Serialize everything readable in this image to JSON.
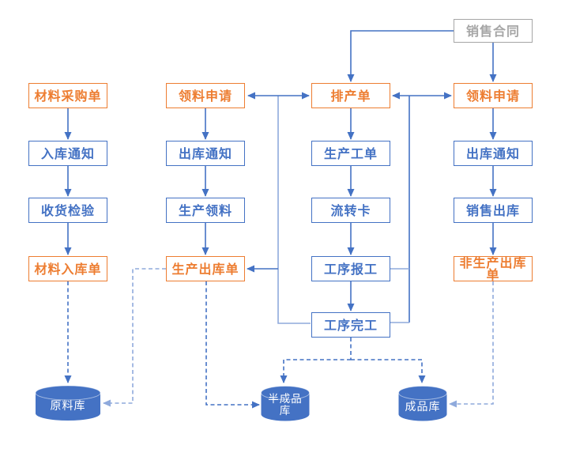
{
  "palette": {
    "orange": "#ED7D31",
    "blue": "#4472C4",
    "light_blue": "#8FAADC",
    "gray": "#A6A6A6",
    "cylinder_fill": "#4472C4",
    "cylinder_text": "#FFFFFF"
  },
  "flowchart": {
    "nodes": {
      "sales_contract": "销售合同",
      "material_purchase_order": "材料采购单",
      "inbound_notice": "入库通知",
      "receiving_inspection": "收货检验",
      "material_inbound_order": "材料入库单",
      "picking_request_left": "领料申请",
      "outbound_notice_left": "出库通知",
      "production_picking": "生产领料",
      "production_outbound_order": "生产出库单",
      "scheduling_order": "排产单",
      "production_work_order": "生产工单",
      "transfer_card": "流转卡",
      "process_report": "工序报工",
      "process_complete": "工序完工",
      "picking_request_right": "领料申请",
      "outbound_notice_right": "出库通知",
      "sales_outbound": "销售出库",
      "non_production_outbound_order": "非生产出库单"
    },
    "warehouses": {
      "raw_material": "原料库",
      "semi_finished": "半成品库",
      "finished_goods": "成品库"
    }
  }
}
